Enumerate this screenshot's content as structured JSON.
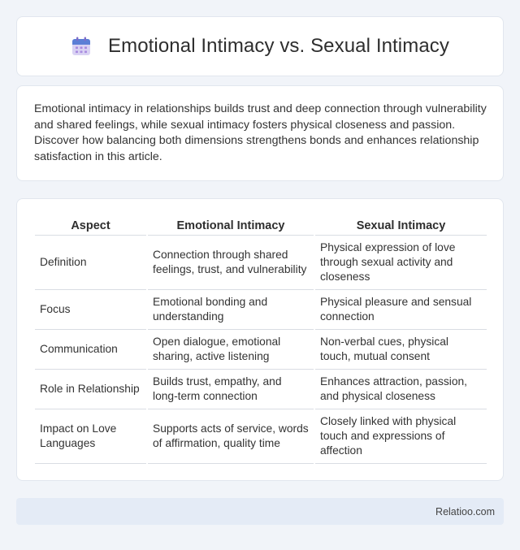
{
  "header": {
    "icon": "calendar-icon",
    "title": "Emotional Intimacy vs. Sexual Intimacy"
  },
  "intro": {
    "text": "Emotional intimacy in relationships builds trust and deep connection through vulnerability and shared feelings, while sexual intimacy fosters physical closeness and passion. Discover how balancing both dimensions strengthens bonds and enhances relationship satisfaction in this article."
  },
  "table": {
    "headers": [
      "Aspect",
      "Emotional Intimacy",
      "Sexual Intimacy"
    ],
    "rows": [
      [
        "Definition",
        "Connection through shared feelings, trust, and vulnerability",
        "Physical expression of love through sexual activity and closeness"
      ],
      [
        "Focus",
        "Emotional bonding and understanding",
        "Physical pleasure and sensual connection"
      ],
      [
        "Communication",
        "Open dialogue, emotional sharing, active listening",
        "Non-verbal cues, physical touch, mutual consent"
      ],
      [
        "Role in Relationship",
        "Builds trust, empathy, and long-term connection",
        "Enhances attraction, passion, and physical closeness"
      ],
      [
        "Impact on Love Languages",
        "Supports acts of service, words of affirmation, quality time",
        "Closely linked with physical touch and expressions of affection"
      ]
    ]
  },
  "footer": {
    "text": "Relatioo.com"
  },
  "colors": {
    "background": "#f1f4f9",
    "card": "#ffffff",
    "footer_bg": "#e4ebf6",
    "icon_blue": "#5b7fd6",
    "icon_purple": "#a98be0"
  }
}
